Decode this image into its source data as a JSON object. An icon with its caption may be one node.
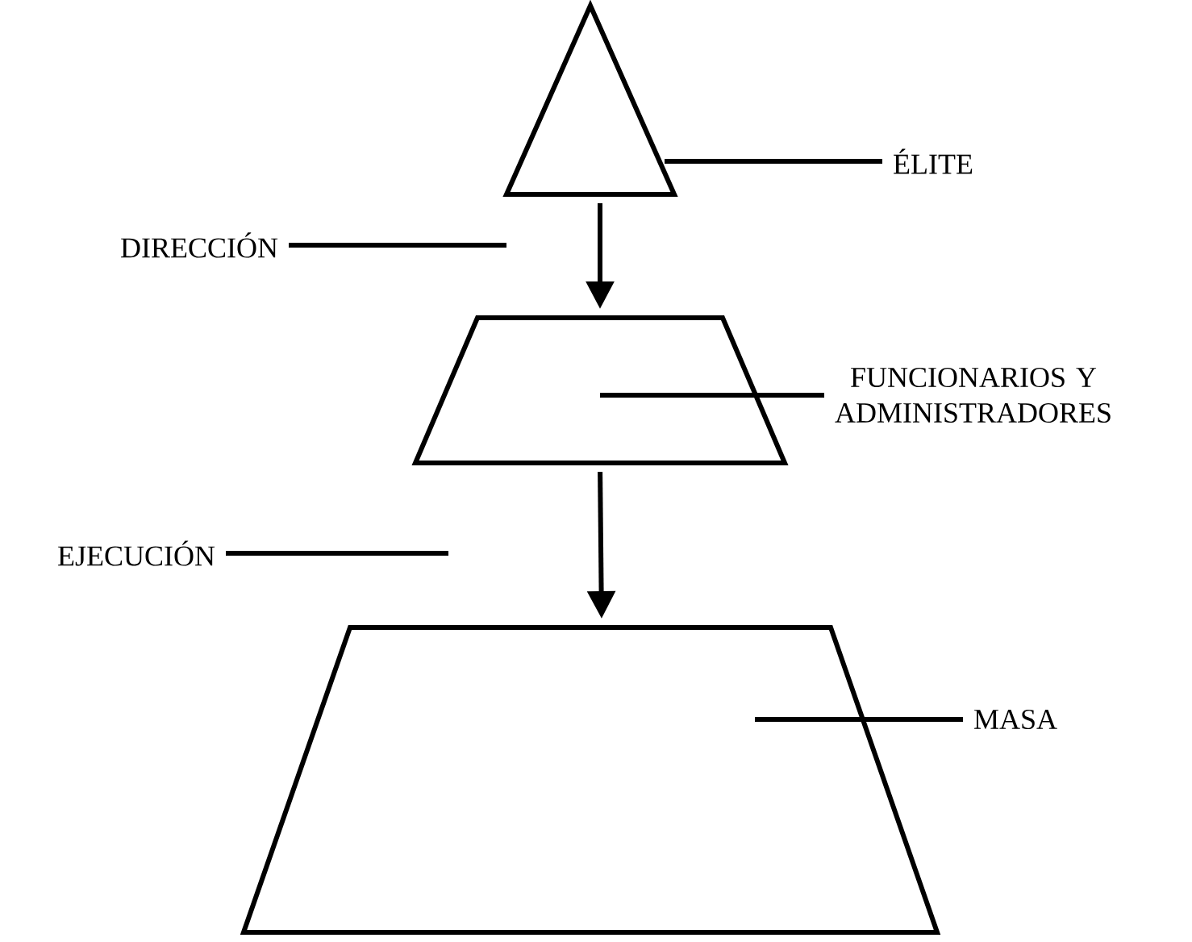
{
  "diagram": {
    "nodes": [
      {
        "text": [],
        "shape": "triangle"
      },
      {
        "text": [
          "ÉLITE"
        ]
      },
      {
        "text": [],
        "shape": "trapezoid"
      },
      {
        "text": [
          "FUNCIONARIOS Y ADMINISTRADORES"
        ]
      },
      {
        "text": [],
        "shape": "trapezoid"
      },
      {
        "text": [
          "MASA"
        ]
      },
      {
        "text": [
          "DIRECCIÓN"
        ]
      },
      {
        "text": [
          "EJECUCIÓN"
        ]
      }
    ],
    "edges": [
      {
        "from": 1,
        "to": 0,
        "arrow": "none"
      },
      {
        "from": 3,
        "to": 2,
        "arrow": "none"
      },
      {
        "from": 5,
        "to": 4,
        "arrow": "none"
      },
      {
        "from": 0,
        "to": 2,
        "arrow": "to"
      },
      {
        "from": 2,
        "to": 4,
        "arrow": "to"
      },
      {
        "from": 6,
        "to": null,
        "arrow": "none"
      },
      {
        "from": 7,
        "to": null,
        "arrow": "none"
      }
    ]
  }
}
